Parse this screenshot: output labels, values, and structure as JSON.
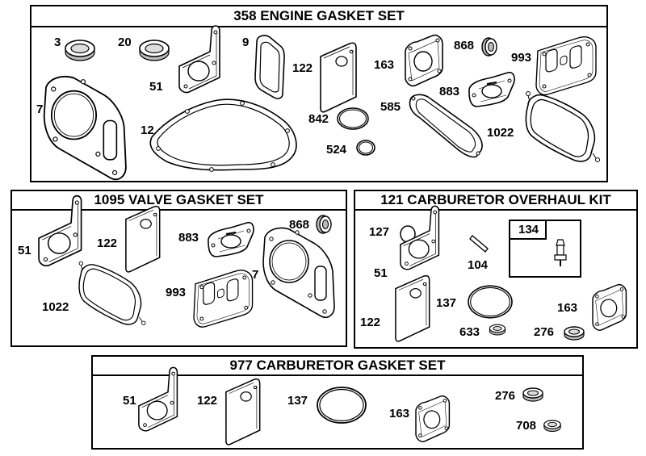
{
  "sets": {
    "engine": {
      "title": "358 ENGINE GASKET SET",
      "labels": {
        "p3": "3",
        "p20": "20",
        "p9": "9",
        "p51": "51",
        "p7": "7",
        "p12": "12",
        "p122": "122",
        "p163": "163",
        "p868": "868",
        "p993": "993",
        "p883": "883",
        "p842": "842",
        "p585": "585",
        "p524": "524",
        "p1022": "1022"
      }
    },
    "valve": {
      "title": "1095 VALVE GASKET SET",
      "labels": {
        "p51": "51",
        "p122": "122",
        "p883": "883",
        "p868": "868",
        "p7": "7",
        "p993": "993",
        "p1022": "1022"
      }
    },
    "carb_kit": {
      "title": "121 CARBURETOR OVERHAUL KIT",
      "labels": {
        "p127": "127",
        "p134": "134",
        "p51": "51",
        "p104": "104",
        "p137": "137",
        "p122": "122",
        "p163": "163",
        "p633": "633",
        "p276": "276"
      }
    },
    "carb_gasket": {
      "title": "977 CARBURETOR  GASKET SET",
      "labels": {
        "p51": "51",
        "p122": "122",
        "p137": "137",
        "p163": "163",
        "p276": "276",
        "p708": "708"
      }
    }
  }
}
